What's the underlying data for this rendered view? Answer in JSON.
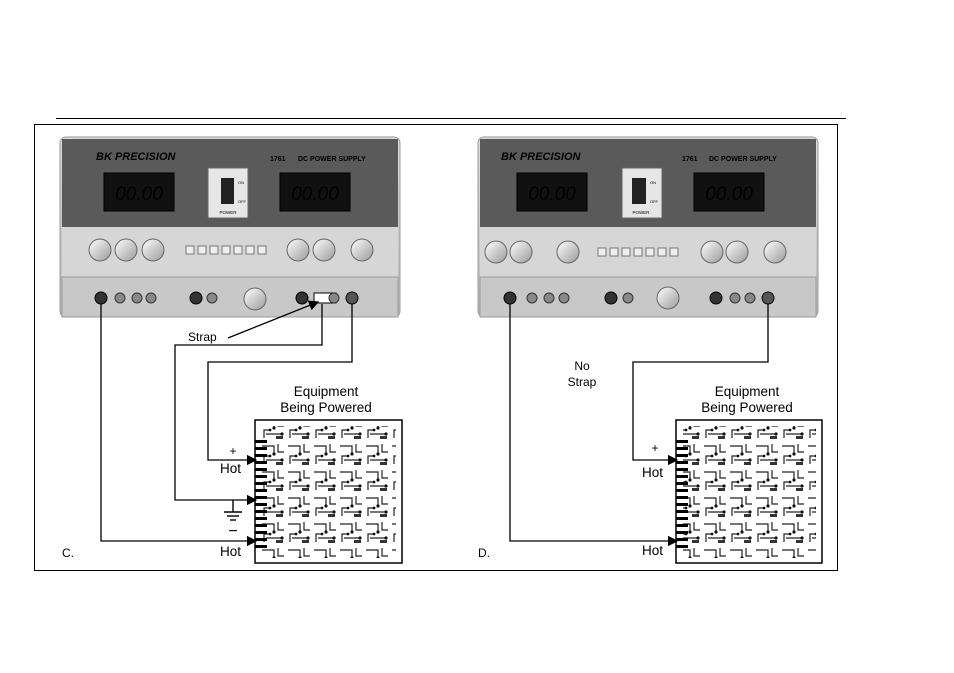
{
  "panels": [
    {
      "letter": "C.",
      "brand": "BK PRECISION",
      "model": "1761",
      "product": "DC POWER SUPPLY",
      "display_left": "00.00",
      "display_right": "00.00",
      "switch_on": "ON",
      "switch_off": "OFF",
      "switch_label": "POWER",
      "strap_label": "Strap",
      "equipment_line1": "Equipment",
      "equipment_line2": "Being Powered",
      "plus_sign": "+",
      "minus_sign": "−",
      "hot_top": "Hot",
      "hot_bottom": "Hot"
    },
    {
      "letter": "D.",
      "brand": "BK PRECISION",
      "model": "1761",
      "product": "DC POWER SUPPLY",
      "display_left": "00.00",
      "display_right": "00.00",
      "switch_on": "ON",
      "switch_off": "OFF",
      "switch_label": "POWER",
      "strap_line1": "No",
      "strap_line2": "Strap",
      "equipment_line1": "Equipment",
      "equipment_line2": "Being Powered",
      "plus_sign": "+",
      "hot_top": "Hot",
      "hot_bottom": "Hot"
    }
  ]
}
